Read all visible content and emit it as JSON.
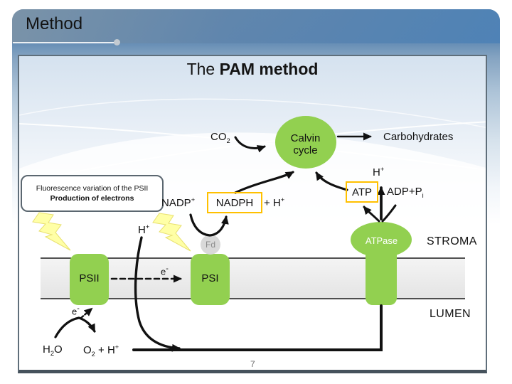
{
  "slide": {
    "header": "Method",
    "title": {
      "prefix": "The ",
      "emphasis": "PAM method"
    },
    "page_number": "7"
  },
  "labels": {
    "co2": {
      "base": "CO",
      "sub": "2"
    },
    "calvin": {
      "line1": "Calvin",
      "line2": "cycle"
    },
    "carbohydrates": "Carbohydrates",
    "h_plus": {
      "base": "H",
      "sup": "+"
    },
    "fluorescence": {
      "line1": "Fluorescence variation of the PSII",
      "line2": "Production of electrons"
    },
    "nadp": {
      "base": "NADP",
      "sup": "+"
    },
    "nadph": "NADPH",
    "plus_h": {
      "base": "+ H",
      "sup": "+"
    },
    "atp": "ATP",
    "adp_pi": {
      "base": "ADP+P",
      "sub": "i"
    },
    "atpase": "ATPase",
    "stroma": "STROMA",
    "lumen": "LUMEN",
    "psii": "PSII",
    "psi": "PSI",
    "fd": "Fd",
    "electron": {
      "base": "e",
      "sup": "-"
    },
    "h2o": {
      "base": "H",
      "sub": "2",
      "tail": "O"
    },
    "o2_h": {
      "base": "O",
      "sub": "2",
      "mid": " + H",
      "sup": "+"
    }
  },
  "colors": {
    "shape_green": "#92d050",
    "highlight_box_border": "#ffc000",
    "lightning_fill": "#ffffa6",
    "membrane_fill": "#eeeeee",
    "band_blue": "#4e82b6",
    "panel_border": "#5f6e7a",
    "fd_circle": "#d9d9d9"
  }
}
